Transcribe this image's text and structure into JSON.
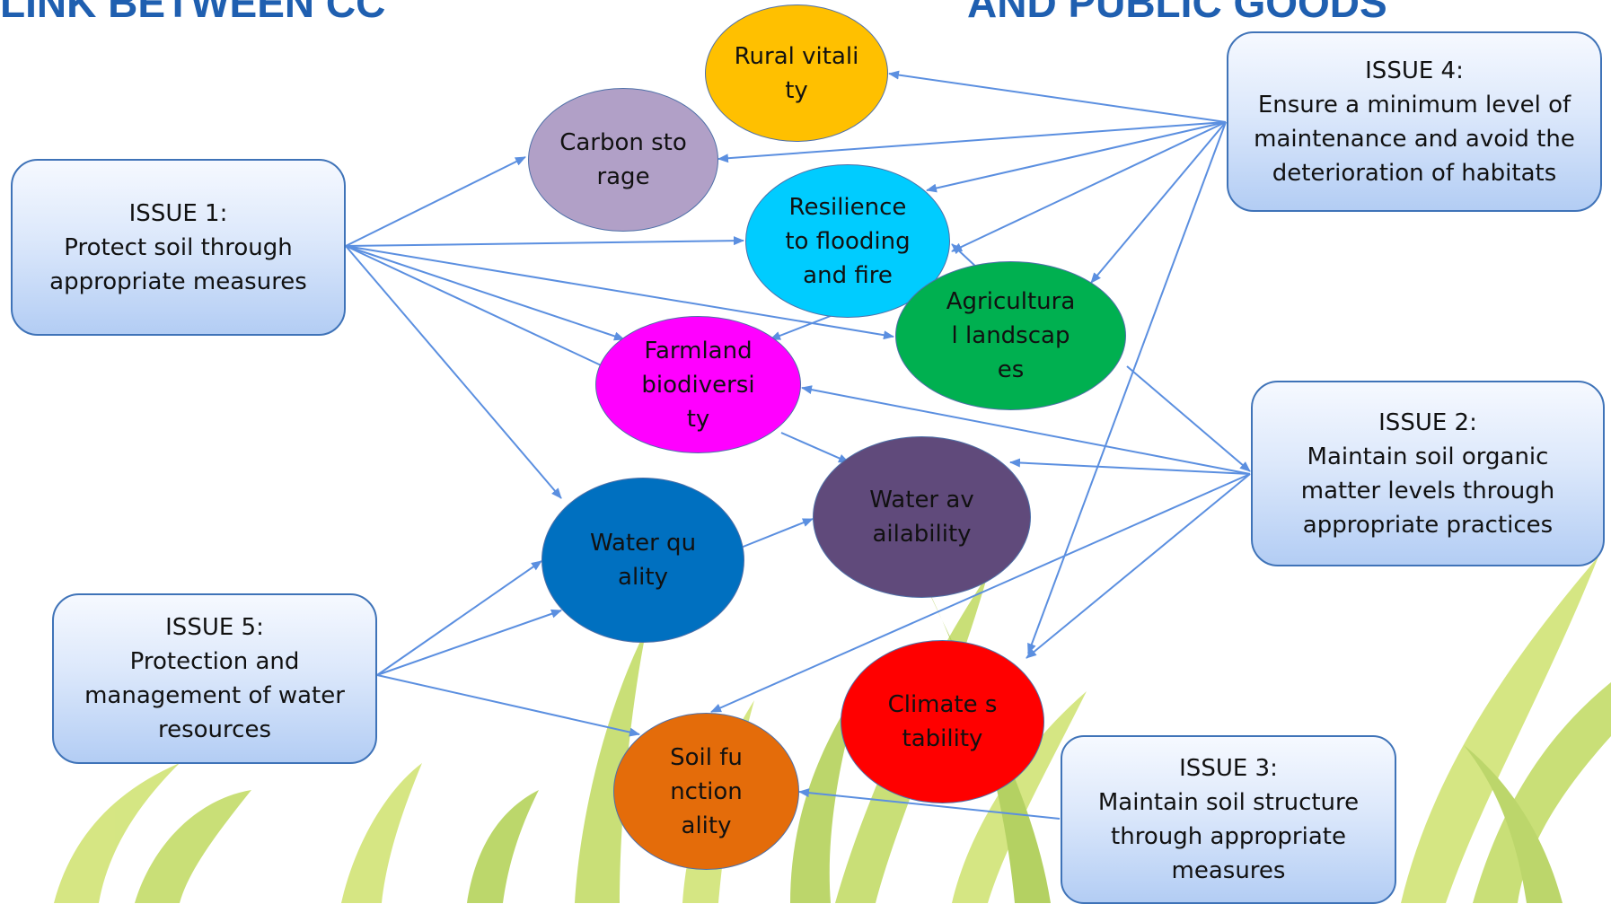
{
  "title": {
    "left": "LINK BETWEEN CC",
    "right": "AND PUBLIC GOODS"
  },
  "issues": {
    "issue1": {
      "heading": "ISSUE 1:",
      "text": "Protect soil through appropriate measures"
    },
    "issue2": {
      "heading": "ISSUE 2:",
      "text": "Maintain soil organic matter levels through appropriate practices"
    },
    "issue3": {
      "heading": "ISSUE 3:",
      "text": "Maintain soil structure through appropriate measures"
    },
    "issue4": {
      "heading": "ISSUE 4:",
      "text": "Ensure a minimum level of maintenance and avoid the deterioration of habitats"
    },
    "issue5": {
      "heading": "ISSUE 5:",
      "text": "Protection and management of water resources"
    }
  },
  "goods": {
    "rural_vitality": {
      "label": "Rural vitality",
      "color": "#ffc000"
    },
    "carbon_storage": {
      "label": "Carbon storage",
      "color": "#b1a0c7"
    },
    "resilience": {
      "label": "Resilience to flooding and fire",
      "color": "#00ccff"
    },
    "agricultural_landscapes": {
      "label": "Agricultural landscapes",
      "color": "#00b050"
    },
    "farmland_biodiversity": {
      "label": "Farmland biodiversity",
      "color": "#ff00ff"
    },
    "water_availability": {
      "label": "Water availability",
      "color": "#604a7b"
    },
    "water_quality": {
      "label": "Water quality",
      "color": "#0070c0"
    },
    "climate_stability": {
      "label": "Climate stability",
      "color": "#ff0000"
    },
    "soil_functionality": {
      "label": "Soil functionality",
      "color": "#e46c0a"
    }
  },
  "colors": {
    "arrow": "#5b8fe0",
    "title": "#1f5fb0",
    "grass_light": "#c8de5a",
    "grass_dark": "#9cc22e"
  }
}
